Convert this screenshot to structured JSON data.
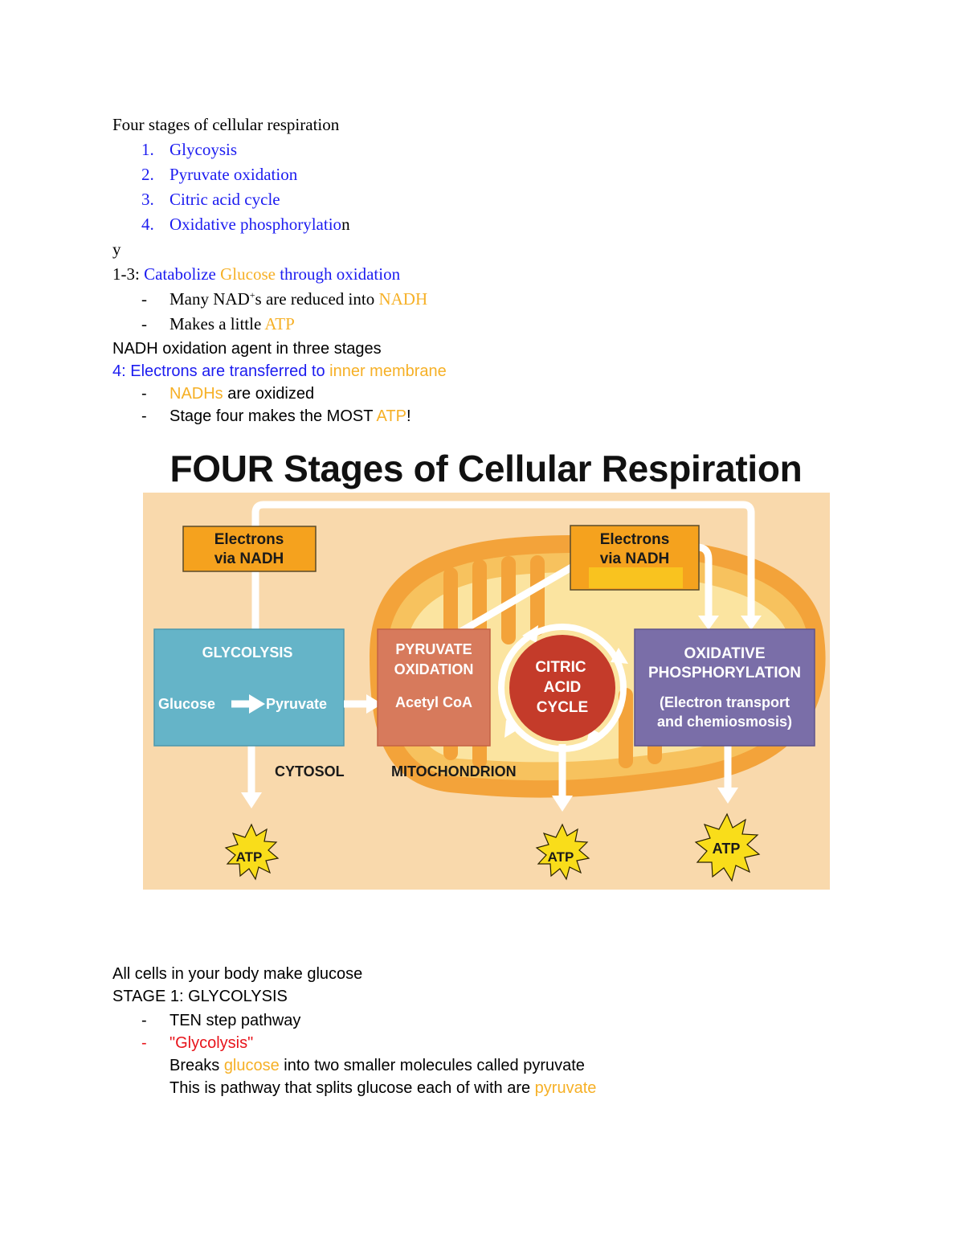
{
  "notes": {
    "heading": "Four stages of cellular respiration",
    "stages": [
      {
        "num": "1.",
        "label": "Glycoysis"
      },
      {
        "num": "2.",
        "label": "Pyruvate oxidation"
      },
      {
        "num": "3.",
        "label": "Citric acid cycle"
      },
      {
        "num": "4.",
        "label": "Oxidative phosphorylatio",
        "tail": "n"
      }
    ],
    "stray_char": "y",
    "stages_1_3": {
      "prefix": "1-3: ",
      "part1": "Catabolize ",
      "part2": "Glucose",
      "part3": " through oxidation"
    },
    "bullets_1_3": [
      {
        "dash": "-",
        "pre": "Many NAD",
        "sup": "+",
        "mid": "s are reduced into ",
        "colored": "NADH"
      },
      {
        "dash": "-",
        "pre": "Makes a little ",
        "colored": "ATP"
      }
    ],
    "nadh_line": "NADH oxidation agent in three stages",
    "stage4": {
      "prefix": "4: ",
      "part1": "Electrons are transferred to ",
      "part2": "inner membrane"
    },
    "bullets_4": [
      {
        "dash": "-",
        "colored": "NADHs",
        "post": " are oxidized"
      },
      {
        "dash": "-",
        "pre": "Stage four makes the MOST ",
        "colored": "ATP",
        "post": "!"
      }
    ]
  },
  "figure": {
    "title": "FOUR Stages of Cellular Respiration",
    "electrons_left": [
      "Electrons",
      "via NADH"
    ],
    "electrons_right": [
      "Electrons",
      "via NADH"
    ],
    "glycolysis": {
      "title": "GLYCOLYSIS",
      "from": "Glucose",
      "to": "Pyruvate"
    },
    "pyruvate": {
      "title1": "PYRUVATE",
      "title2": "OXIDATION",
      "product": "Acetyl CoA"
    },
    "citric": [
      "CITRIC",
      "ACID",
      "CYCLE"
    ],
    "oxidative": {
      "title1": "OXIDATIVE",
      "title2": "PHOSPHORYLATION",
      "sub1": "(Electron transport",
      "sub2": "and chemiosmosis)"
    },
    "cytosol": "CYTOSOL",
    "mitochondrion": "MITOCHONDRION",
    "atp": "ATP",
    "colors": {
      "background": "#f9d9ac",
      "glycolysis": "#65b4c8",
      "pyruvate": "#d77a5c",
      "citric": "#c43b2a",
      "oxidative": "#7a6ea8",
      "electrons": "#f5a21e",
      "atp": "#f9dd1a"
    }
  },
  "notes2": {
    "line1": "All cells in your body make glucose",
    "line2": "STAGE 1: GLYCOLYSIS",
    "bullet1": {
      "dash": "-",
      "text": "TEN step pathway"
    },
    "bullet2": {
      "dash": "-",
      "text": "\"Glycolysis\""
    },
    "cont1": {
      "pre": "Breaks ",
      "colored": "glucose",
      "post": " into two smaller molecules called pyruvate"
    },
    "cont2": {
      "pre": "This is pathway that splits glucose each of with are ",
      "colored": "pyruvate"
    }
  }
}
